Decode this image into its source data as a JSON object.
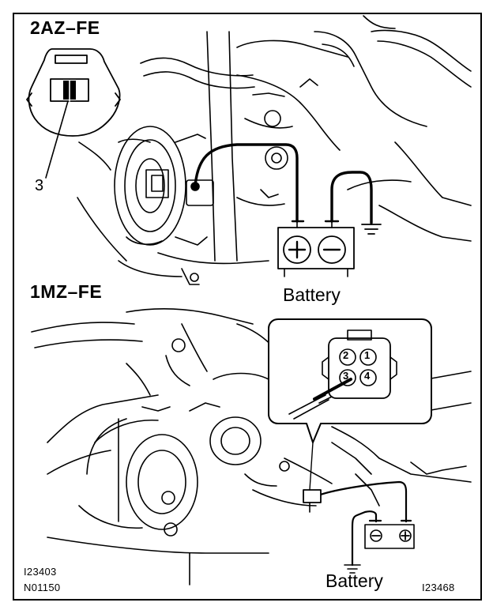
{
  "section_top": {
    "title": "2AZ–FE",
    "connector_callout": "3",
    "battery_label": "Battery",
    "plus_symbol": "+",
    "minus_symbol": "−"
  },
  "section_bottom": {
    "title": "1MZ–FE",
    "battery_label": "Battery",
    "plus_symbol": "+",
    "minus_symbol": "−",
    "connector_pins": [
      "2",
      "1",
      "3",
      "4"
    ]
  },
  "codes": {
    "left_top": "I23403",
    "left_bottom": "N01150",
    "right": "I23468"
  },
  "colors": {
    "ink": "#000000",
    "paper": "#ffffff"
  }
}
